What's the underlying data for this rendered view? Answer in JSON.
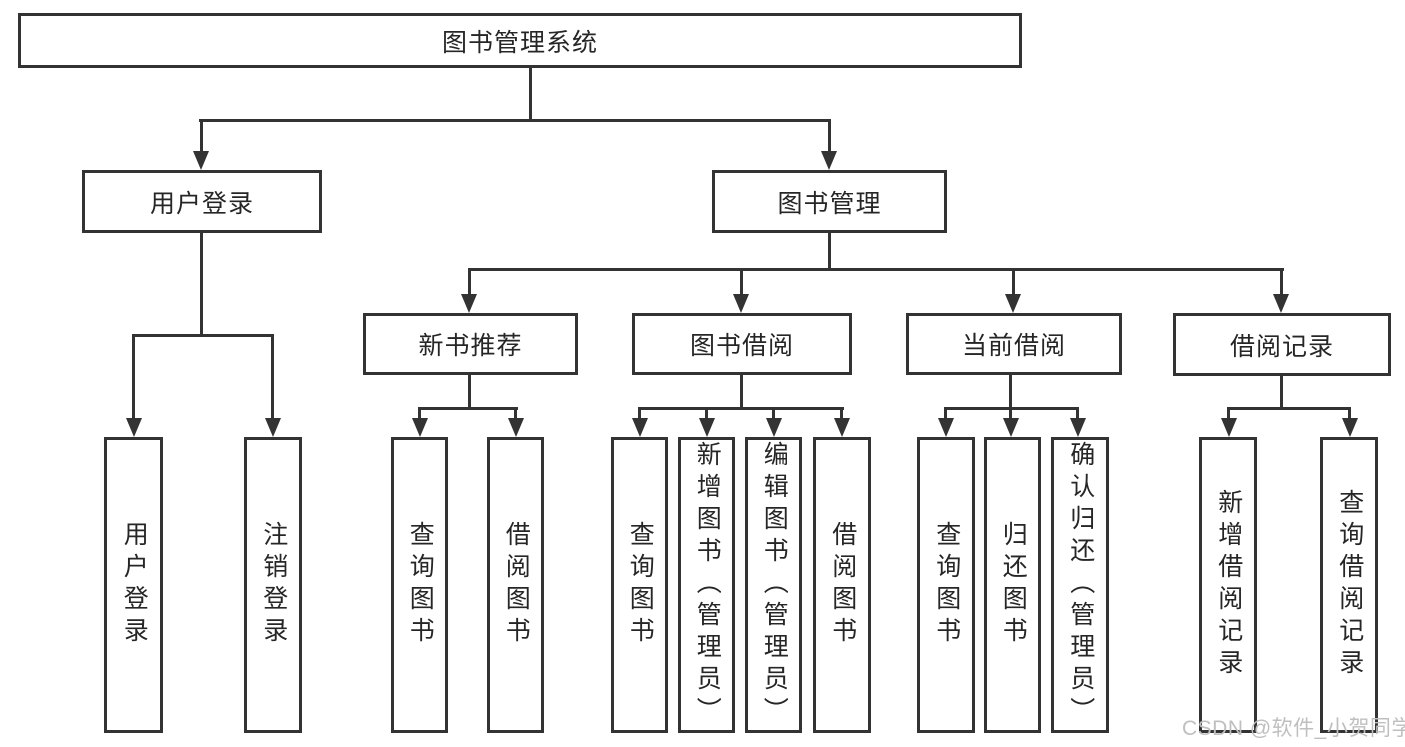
{
  "colors": {
    "line": "#333333",
    "text": "#262626",
    "watermark": "#bfbfbf",
    "bg": "#ffffff"
  },
  "watermark": {
    "text": "CSDN @软件_小贺同学"
  },
  "diagram": {
    "type": "hierarchy-tree",
    "root": {
      "label": "图书管理系统"
    },
    "branches": [
      {
        "label": "用户登录",
        "children": [
          {
            "label": "用户登录"
          },
          {
            "label": "注销登录"
          }
        ]
      },
      {
        "label": "图书管理",
        "children": [
          {
            "label": "新书推荐",
            "children": [
              {
                "label": "查询图书"
              },
              {
                "label": "借阅图书"
              }
            ]
          },
          {
            "label": "图书借阅",
            "children": [
              {
                "label": "查询图书"
              },
              {
                "label": "新增图书（管理员）"
              },
              {
                "label": "编辑图书（管理员）"
              },
              {
                "label": "借阅图书"
              }
            ]
          },
          {
            "label": "当前借阅",
            "children": [
              {
                "label": "查询图书"
              },
              {
                "label": "归还图书"
              },
              {
                "label": "确认归还（管理员）"
              }
            ]
          },
          {
            "label": "借阅记录",
            "children": [
              {
                "label": "新增借阅记录"
              },
              {
                "label": "查询借阅记录"
              }
            ]
          }
        ]
      }
    ]
  }
}
